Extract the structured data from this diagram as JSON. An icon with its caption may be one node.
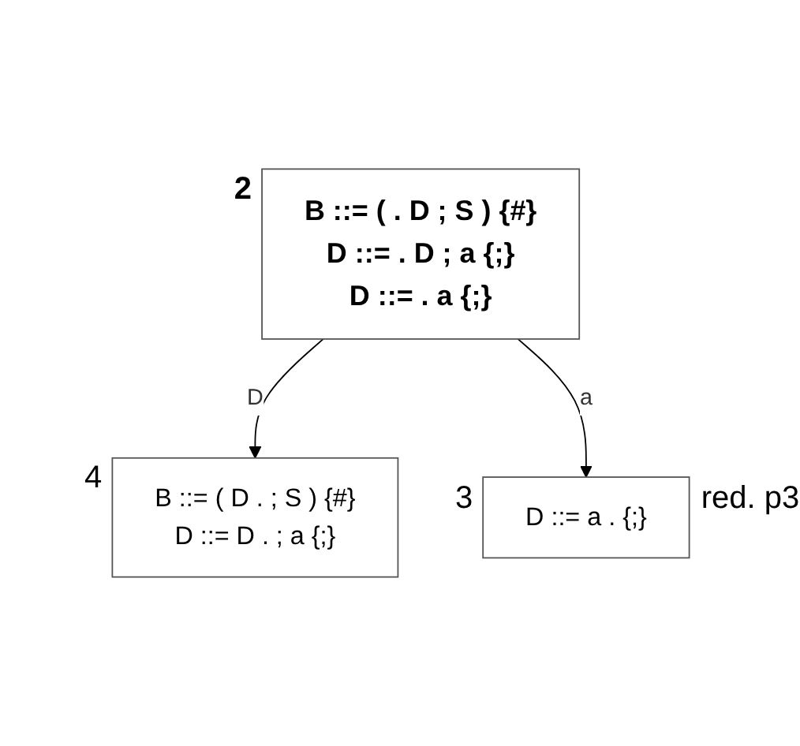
{
  "diagram": {
    "nodes": [
      {
        "text": [
          "B ::= ( . D ; S ) {#}",
          "D ::= . D ; a {;}",
          "D ::= . a {;}"
        ],
        "beside": [
          "2"
        ]
      },
      {
        "text": [
          "B ::= ( D . ; S ) {#}",
          "D ::= D . ; a {;}"
        ],
        "beside": [
          "4"
        ]
      },
      {
        "text": [
          "D ::= a . {;}"
        ],
        "beside": [
          "3",
          "red. p3"
        ]
      }
    ],
    "edges": [
      {
        "from": 0,
        "to": 1,
        "arrow": "to",
        "label": "D"
      },
      {
        "from": 0,
        "to": 2,
        "arrow": "to",
        "label": "a"
      }
    ]
  }
}
